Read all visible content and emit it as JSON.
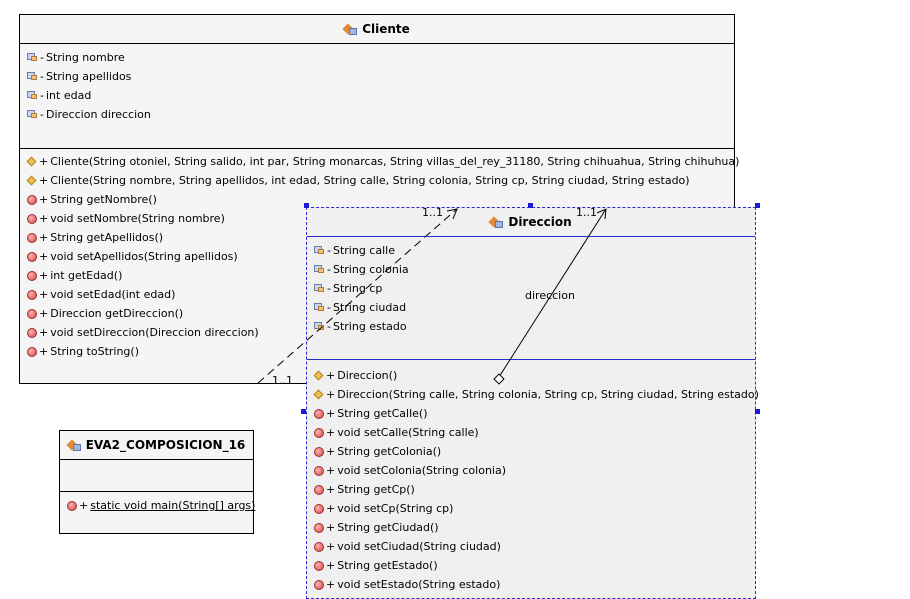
{
  "classes": {
    "cliente": {
      "name": "Cliente",
      "attributes": [
        {
          "vis": "-",
          "text": "String nombre"
        },
        {
          "vis": "-",
          "text": "String apellidos"
        },
        {
          "vis": "-",
          "text": "int edad"
        },
        {
          "vis": "-",
          "text": "Direccion direccion"
        }
      ],
      "operations": [
        {
          "vis": "+",
          "text": "Cliente(String otoniel, String salido, int par, String monarcas, String villas_del_rey_31180, String chihuahua, String chihuhua)"
        },
        {
          "vis": "+",
          "text": "Cliente(String nombre, String apellidos, int edad, String calle, String colonia, String cp, String ciudad, String estado)"
        },
        {
          "vis": "+",
          "text": "String getNombre()"
        },
        {
          "vis": "+",
          "text": "void setNombre(String nombre)"
        },
        {
          "vis": "+",
          "text": "String getApellidos()"
        },
        {
          "vis": "+",
          "text": "void setApellidos(String apellidos)"
        },
        {
          "vis": "+",
          "text": "int getEdad()"
        },
        {
          "vis": "+",
          "text": "void setEdad(int edad)"
        },
        {
          "vis": "+",
          "text": "Direccion getDireccion()"
        },
        {
          "vis": "+",
          "text": "void setDireccion(Direccion direccion)"
        },
        {
          "vis": "+",
          "text": "String toString()"
        }
      ]
    },
    "direccion": {
      "name": "Direccion",
      "attributes": [
        {
          "vis": "-",
          "text": "String calle"
        },
        {
          "vis": "-",
          "text": "String colonia"
        },
        {
          "vis": "-",
          "text": "String cp"
        },
        {
          "vis": "-",
          "text": "String ciudad"
        },
        {
          "vis": "-",
          "text": "String estado"
        }
      ],
      "operations": [
        {
          "vis": "+",
          "text": "Direccion()"
        },
        {
          "vis": "+",
          "text": "Direccion(String calle, String colonia, String cp, String ciudad, String estado)"
        },
        {
          "vis": "+",
          "text": "String getCalle()"
        },
        {
          "vis": "+",
          "text": "void setCalle(String calle)"
        },
        {
          "vis": "+",
          "text": "String getColonia()"
        },
        {
          "vis": "+",
          "text": "void setColonia(String colonia)"
        },
        {
          "vis": "+",
          "text": "String getCp()"
        },
        {
          "vis": "+",
          "text": "void setCp(String cp)"
        },
        {
          "vis": "+",
          "text": "String getCiudad()"
        },
        {
          "vis": "+",
          "text": "void setCiudad(String ciudad)"
        },
        {
          "vis": "+",
          "text": "String getEstado()"
        },
        {
          "vis": "+",
          "text": "void setEstado(String estado)"
        }
      ]
    },
    "eva2": {
      "name": "EVA2_COMPOSICION_16",
      "operation": {
        "vis": "+",
        "text": "static void main(String[] args)"
      }
    }
  },
  "connectors": {
    "dependency": {
      "source_mult": "1..1",
      "target_mult": "1..1"
    },
    "association": {
      "label": "direccion",
      "target_mult": "1..1"
    }
  },
  "colors": {
    "selection": "#1a1ad8",
    "class_bg": "#f5f5f5",
    "selected_bg": "#f0f0f0"
  }
}
